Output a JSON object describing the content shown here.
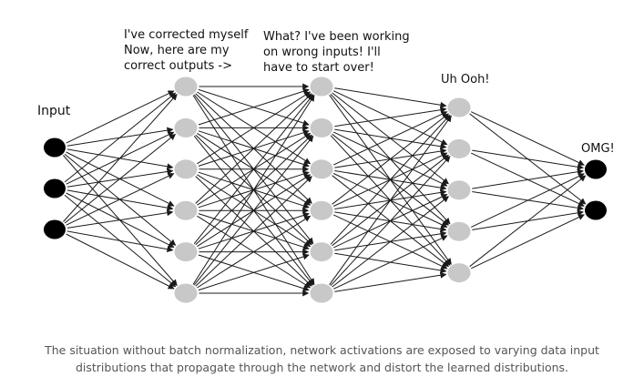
{
  "labels": {
    "input": "Input",
    "layer1_note": [
      "I've corrected myself",
      "Now, here are my",
      "correct outputs ->"
    ],
    "layer2_note": [
      "What? I've been working",
      "on wrong inputs! I'll",
      "have to start over!"
    ],
    "layer3_note": "Uh Ooh!",
    "output_note": "OMG!"
  },
  "network": {
    "layer_sizes": [
      3,
      6,
      6,
      5,
      2
    ],
    "connectivity": "fully-connected"
  },
  "colors": {
    "input_node": "#000000",
    "hidden_node": "#c8c8c8",
    "output_node": "#000000",
    "edge": "#1a1a1a"
  },
  "caption": [
    "The situation without batch normalization, network activations are exposed to varying data input",
    "distributions that propagate through the network and distort the learned distributions."
  ]
}
